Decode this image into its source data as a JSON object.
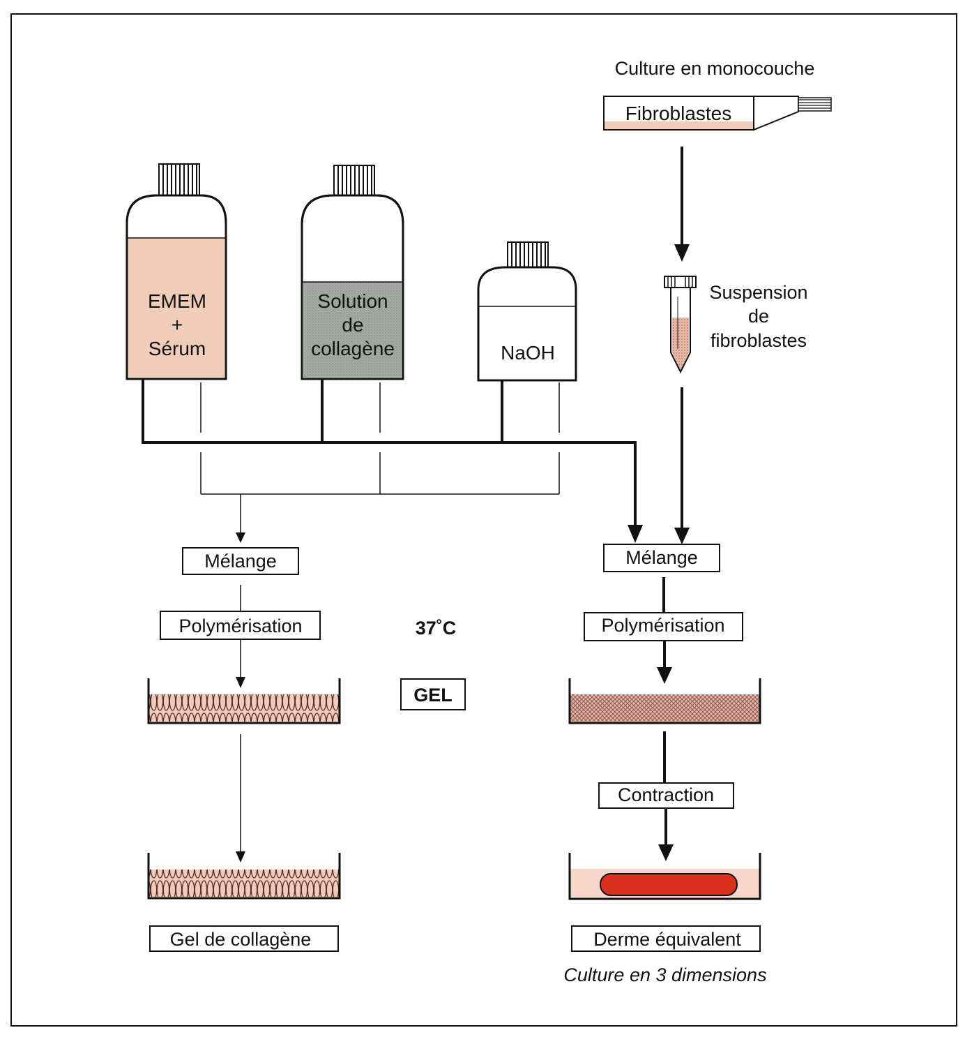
{
  "colors": {
    "stroke": "#111111",
    "pink_medium": "#f0cdb8",
    "pink_light": "#f6dccf",
    "grey_solution": "#a8aca6",
    "gel_fill": "#f2c9bd",
    "derme_red": "#d8321f",
    "derme_dish": "#f7d7cc"
  },
  "top_right": {
    "title": "Culture en monocouche",
    "flask_label": "Fibroblastes",
    "suspension_line1": "Suspension",
    "suspension_line2": "de",
    "suspension_line3": "fibroblastes"
  },
  "bottles": {
    "emem_line1": "EMEM",
    "emem_line2": "+",
    "emem_line3": "Sérum",
    "collagen_line1": "Solution",
    "collagen_line2": "de",
    "collagen_line3": "collagène",
    "naoh": "NaOH"
  },
  "left_branch": {
    "melange": "Mélange",
    "polymerisation": "Polymérisation",
    "result": "Gel de collagène"
  },
  "center": {
    "temperature": "37˚C",
    "gel": "GEL"
  },
  "right_branch": {
    "melange": "Mélange",
    "polymerisation": "Polymérisation",
    "contraction": "Contraction",
    "result": "Derme équivalent",
    "caption": "Culture en 3 dimensions"
  }
}
